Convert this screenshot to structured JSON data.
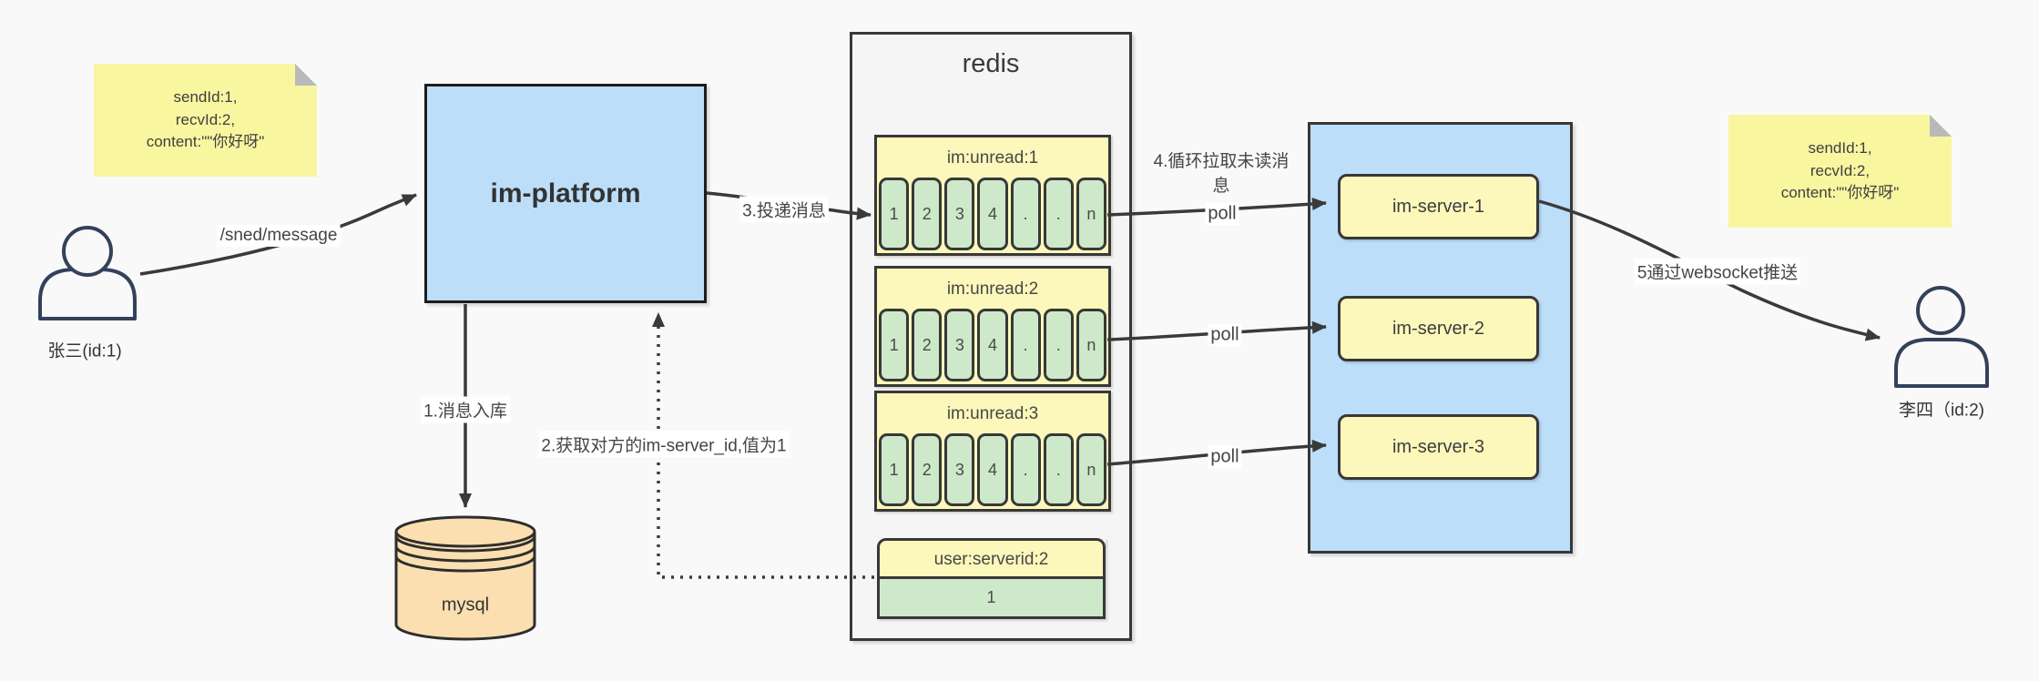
{
  "notes": {
    "left": {
      "text": "sendId:1,\nrecvId:2,\ncontent:\"\"你好呀\""
    },
    "right": {
      "text": "sendId:1,\nrecvId:2,\ncontent:\"\"你好呀\""
    }
  },
  "actors": {
    "sender": {
      "label": "张三(id:1)"
    },
    "receiver": {
      "label": "李四（id:2)"
    }
  },
  "platform": {
    "label": "im-platform"
  },
  "database": {
    "label": "mysql"
  },
  "redis": {
    "title": "redis",
    "queues": [
      {
        "header": "im:unread:1",
        "cells": [
          "1",
          "2",
          "3",
          "4",
          ".",
          ".",
          "n"
        ]
      },
      {
        "header": "im:unread:2",
        "cells": [
          "1",
          "2",
          "3",
          "4",
          ".",
          ".",
          "n"
        ]
      },
      {
        "header": "im:unread:3",
        "cells": [
          "1",
          "2",
          "3",
          "4",
          ".",
          ".",
          "n"
        ]
      }
    ],
    "kv": {
      "header": "user:serverid:2",
      "value": "1"
    }
  },
  "servers": {
    "items": [
      {
        "label": "im-server-1"
      },
      {
        "label": "im-server-2"
      },
      {
        "label": "im-server-3"
      }
    ]
  },
  "edges": {
    "send": "/sned/message",
    "step1": "1.消息入库",
    "step2": "2.获取对方的im-server_id,值为1",
    "step3": "3.投递消息",
    "step4": "4.循环拉取未读消息",
    "step5": "5通过websocket推送",
    "poll": "poll"
  },
  "colors": {
    "blue": "#bddef8",
    "yellow_note": "#f9f6a0",
    "yellow_box": "#fcf8bb",
    "green": "#cde9c9",
    "orange": "#fbdfb0",
    "line": "#3a3a3a"
  }
}
